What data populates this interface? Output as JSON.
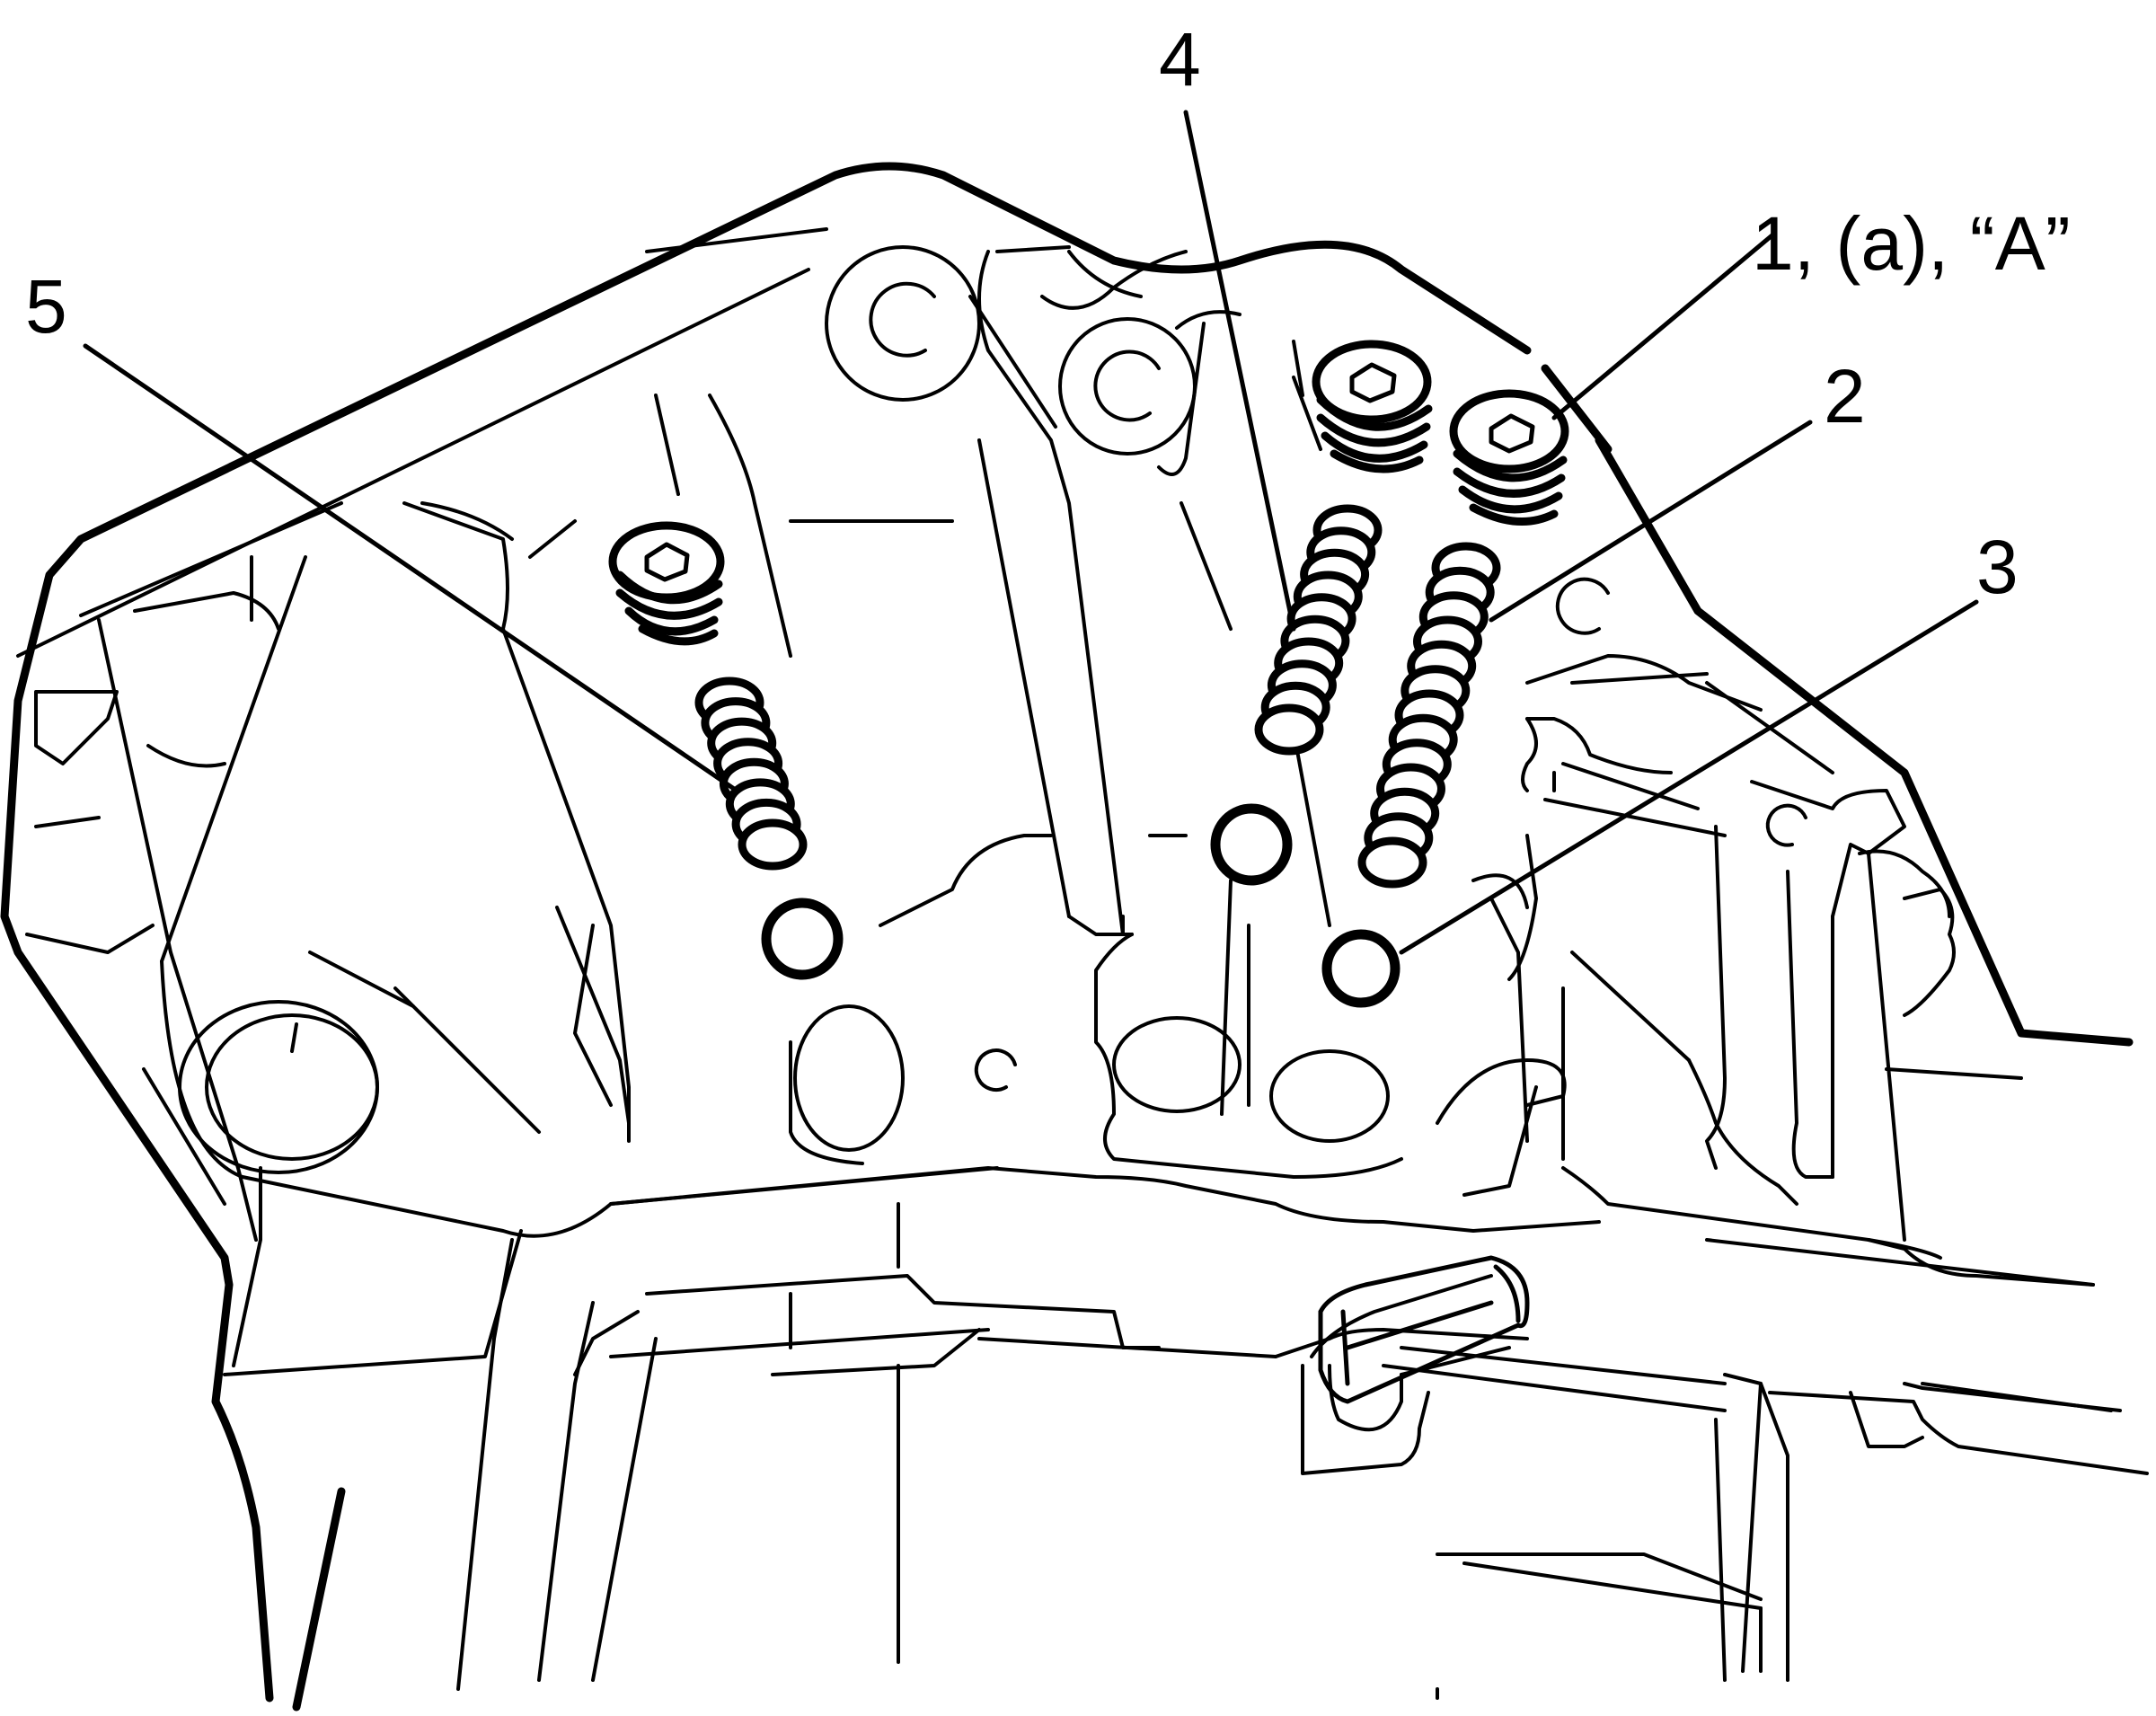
{
  "diagram": {
    "callouts": {
      "c1": "1, (a), “A”",
      "c2": "2",
      "c3": "3",
      "c4": "4",
      "c5": "5"
    }
  }
}
